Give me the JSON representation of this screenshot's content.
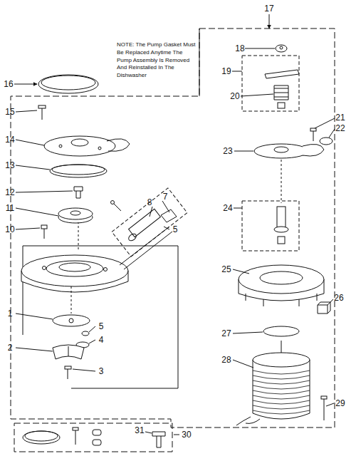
{
  "diagram": {
    "labels": [
      "16",
      "15",
      "14",
      "13",
      "12",
      "11",
      "10",
      "7",
      "8",
      "5",
      "1",
      "5",
      "4",
      "2",
      "3",
      "17",
      "18",
      "19",
      "20",
      "21",
      "22",
      "23",
      "24",
      "25",
      "26",
      "27",
      "28",
      "29",
      "30",
      "31",
      "NOTE: The Pump Gasket Must Be Replaced Anytime The Pump Assembly Is Removed And Reinstalled In The Dishwasher"
    ]
  }
}
